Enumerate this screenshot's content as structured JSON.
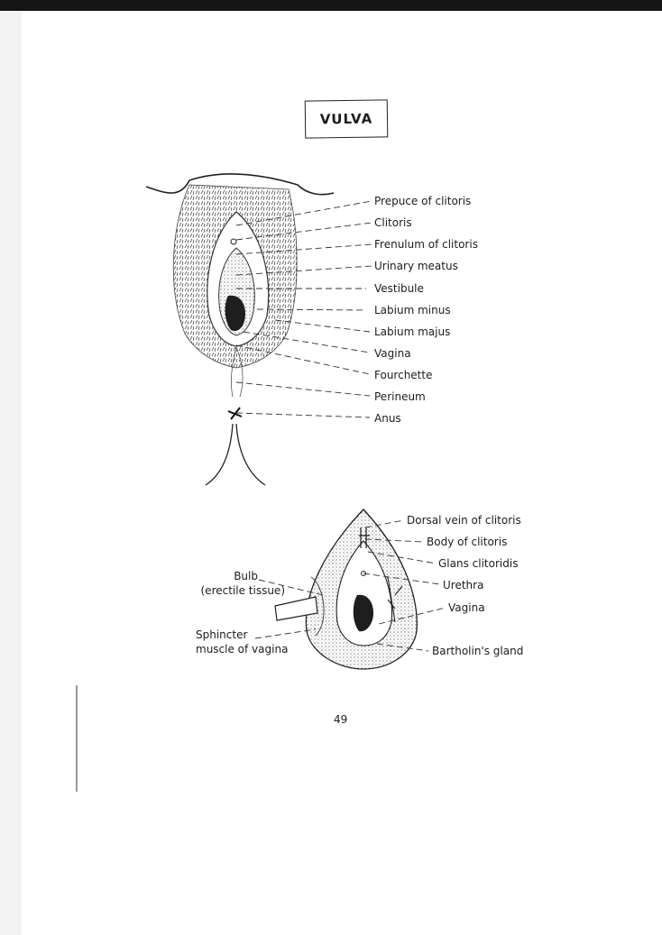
{
  "title": "VULVA",
  "page_number": "49",
  "figure1_labels": [
    "Prepuce of clitoris",
    "Clitoris",
    "Frenulum of clitoris",
    "Urinary meatus",
    "Vestibule",
    "Labium minus",
    "Labium majus",
    "Vagina",
    "Fourchette",
    "Perineum",
    "Anus"
  ],
  "figure2_right_labels": [
    "Dorsal vein of clitoris",
    "Body of clitoris",
    "Glans clitoridis",
    "Urethra",
    "Vagina",
    "Bartholin's gland"
  ],
  "figure2_left_labels": {
    "bulb": "Bulb",
    "bulb_sub": "(erectile tissue)",
    "sphincter": "Sphincter",
    "sphincter_sub": "muscle of vagina"
  }
}
